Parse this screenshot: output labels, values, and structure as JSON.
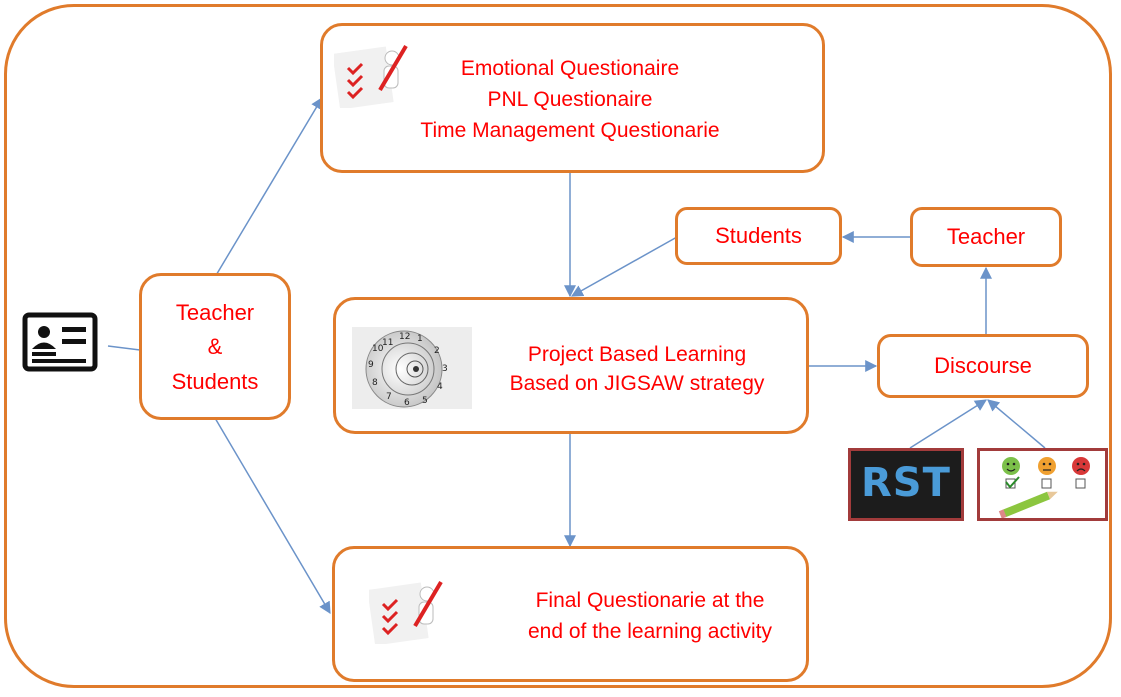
{
  "nodes": {
    "questionnaires": {
      "line1": "Emotional Questionaire",
      "line2": "PNL Questionaire",
      "line3": "Time Management Questionarie"
    },
    "teacher_students": {
      "line1": "Teacher",
      "line2": "&",
      "line3": "Students"
    },
    "pbl": {
      "line1": "Project Based Learning",
      "line2": "Based on JIGSAW strategy"
    },
    "final": {
      "line1": "Final Questionarie at the",
      "line2": "end of the learning activity"
    },
    "students": "Students",
    "teacher": "Teacher",
    "discourse": "Discourse"
  },
  "images": {
    "rst_label": "RST"
  },
  "colors": {
    "node_border": "#e07b2b",
    "text": "#ff0000",
    "arrow": "#6b93c9",
    "image_frame": "#a23b3b"
  }
}
